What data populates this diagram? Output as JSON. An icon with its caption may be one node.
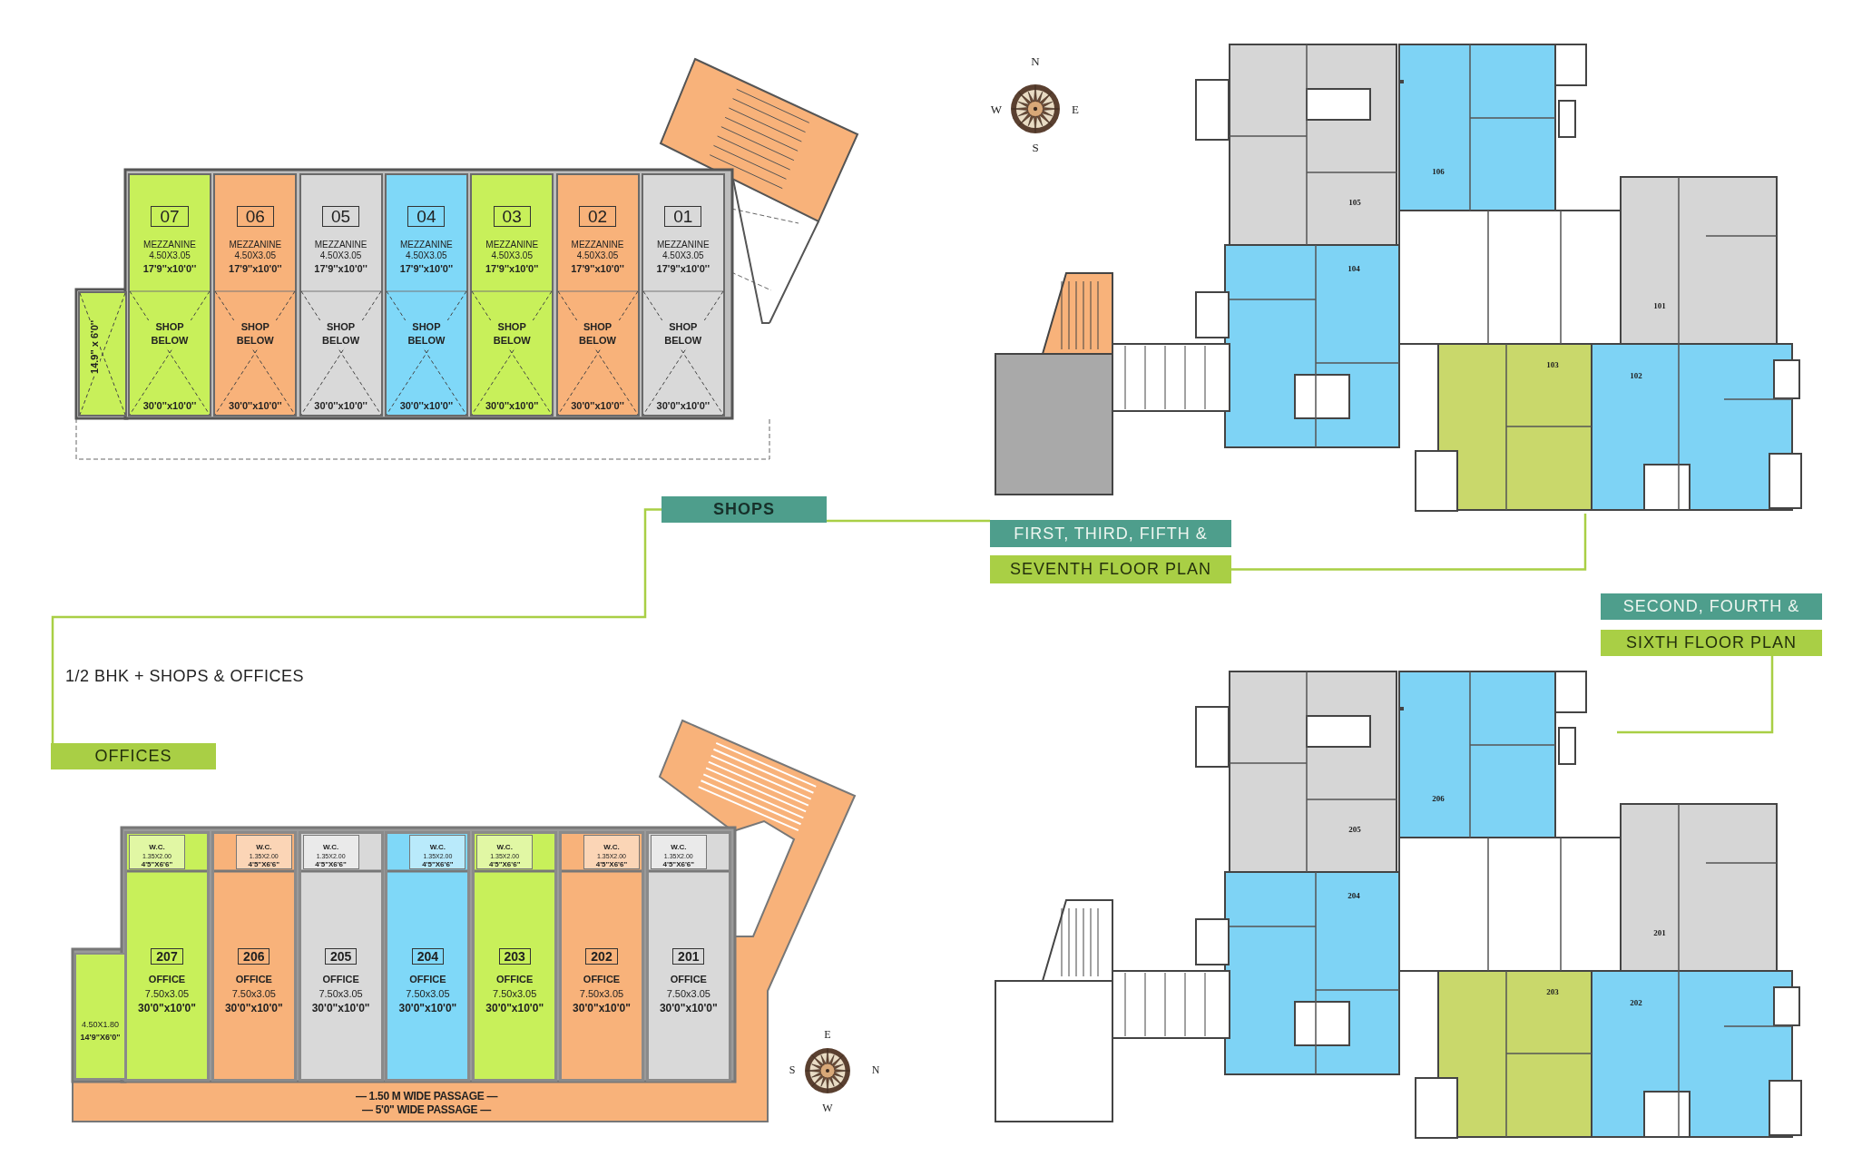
{
  "diagram": {
    "nodes": [
      {
        "text": [],
        "shape": "picture"
      },
      {
        "text": [
          "07",
          "MEZZANINE",
          "4.50X3.05",
          "17'9''x10'0''",
          "SHOP BELOW",
          "30'0''x10'0''"
        ],
        "in": 0
      },
      {
        "text": [
          "06",
          "MEZZANINE",
          "4.50X3.05",
          "17'9''x10'0''",
          "SHOP BELOW",
          "30'0''x10'0''"
        ],
        "in": 0
      },
      {
        "text": [
          "05",
          "MEZZANINE",
          "4.50X3.05",
          "17'9''x10'0''",
          "SHOP BELOW",
          "30'0''x10'0''"
        ],
        "in": 0
      },
      {
        "text": [
          "04",
          "MEZZANINE",
          "4.50X3.05",
          "17'9''x10'0''",
          "SHOP BELOW",
          "30'0''x10'0''"
        ],
        "in": 0
      },
      {
        "text": [
          "03",
          "MEZZANINE",
          "4.50X3.05",
          "17'9''x10'0''",
          "SHOP BELOW",
          "30'0''x10'0''"
        ],
        "in": 0
      },
      {
        "text": [
          "02",
          "MEZZANINE",
          "4.50X3.05",
          "17'9''x10'0''",
          "SHOP BELOW",
          "30'0''x10'0''"
        ],
        "in": 0
      },
      {
        "text": [
          "01",
          "MEZZANINE",
          "4.50X3.05",
          "17'9''x10'0''",
          "SHOP BELOW",
          "30'0''x10'0''"
        ],
        "in": 0
      },
      {
        "text": [
          "14.9'' x 6'0''"
        ],
        "in": 0
      },
      {
        "text": [
          "SHOPS"
        ]
      },
      {
        "text": [
          "OFFICES"
        ]
      },
      {
        "text": [
          "FIRST, THIRD, FIFTH &"
        ]
      },
      {
        "text": [
          "SEVENTH FLOOR PLAN"
        ]
      },
      {
        "text": [],
        "shape": "picture"
      },
      {
        "text": [
          "SECOND, FOURTH &"
        ]
      },
      {
        "text": [
          "SIXTH FLOOR PLAN"
        ]
      },
      {
        "text": [],
        "shape": "picture"
      },
      {
        "text": [],
        "shape": "picture"
      },
      {
        "text": [
          "W.C.",
          "1.35X2.00",
          "4'5\"X6'6\"",
          "207",
          "OFFICE",
          "7.50x3.05",
          "30'0\"x10'0\""
        ],
        "in": 17
      },
      {
        "text": [
          "W.C.",
          "1.35X2.00",
          "4'5\"X6'6\"",
          "206",
          "OFFICE",
          "7.50x3.05",
          "30'0\"x10'0\""
        ],
        "in": 17
      },
      {
        "text": [
          "W.C.",
          "1.35X2.00",
          "4'5\"X6'6\"",
          "205",
          "OFFICE",
          "7.50x3.05",
          "30'0\"x10'0\""
        ],
        "in": 17
      },
      {
        "text": [
          "W.C.",
          "1.35X2.00",
          "4'5\"X6'6\"",
          "204",
          "OFFICE",
          "7.50x3.05",
          "30'0\"x10'0\""
        ],
        "in": 17
      },
      {
        "text": [
          "W.C.",
          "1.35X2.00",
          "4'5\"X6'6\"",
          "203",
          "OFFICE",
          "7.50x3.05",
          "30'0\"x10'0\""
        ],
        "in": 17
      },
      {
        "text": [
          "W.C.",
          "1.35X2.00",
          "4'5\"X6'6\"",
          "202",
          "OFFICE",
          "7.50x3.05",
          "30'0\"x10'0\""
        ],
        "in": 17
      },
      {
        "text": [
          "W.C.",
          "1.35X2.00",
          "4'5\"X6'6\"",
          "201",
          "OFFICE",
          "7.50x3.05",
          "30'0\"x10'0\""
        ],
        "in": 17
      },
      {
        "text": [
          "4.50X1.80",
          "14'9\"X6'0\""
        ],
        "in": 17
      },
      {
        "text": [
          "— 1.50 M WIDE PASSAGE —",
          "— 5'0\" WIDE PASSAGE —"
        ],
        "in": 17
      }
    ],
    "edges": [
      {
        "from": 9,
        "to": 11,
        "arrow": "none"
      },
      {
        "from": 9,
        "to": 10,
        "arrow": "none"
      },
      {
        "from": 12,
        "to": 13,
        "arrow": "none"
      },
      {
        "from": 15,
        "to": 16,
        "arrow": "none"
      }
    ],
    "labels": [
      "1/2 BHK + SHOPS & OFFICES",
      "N",
      "W",
      "E",
      "S",
      "106",
      "105",
      "104",
      "101",
      "103",
      "102",
      "206",
      "205",
      "204",
      "201",
      "203",
      "202",
      "E",
      "S",
      "N",
      "W"
    ]
  }
}
